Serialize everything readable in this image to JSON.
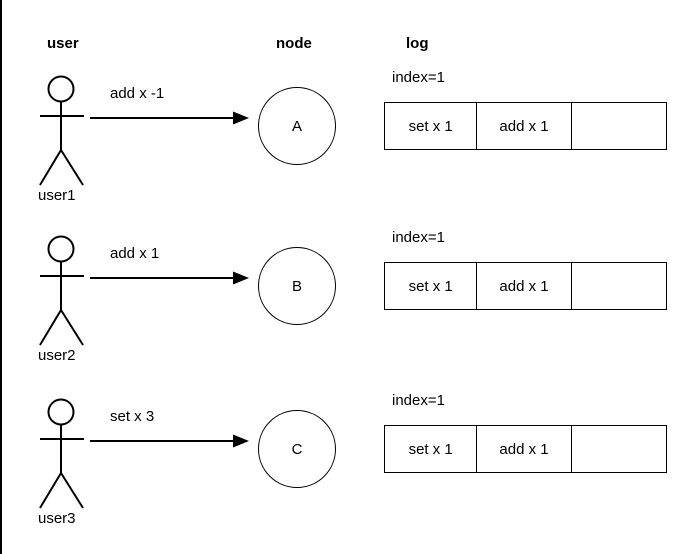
{
  "diagram": {
    "title_columns": {
      "user": "user",
      "node": "node",
      "log": "log"
    },
    "rows": [
      {
        "actor_label": "user1",
        "actor_icon": "stick-figure-icon",
        "arrow_label": "add x -1",
        "arrow_icon": "right-arrow-icon",
        "node_label": "A",
        "log": {
          "index_label": "index=1",
          "cells": [
            "set x 1",
            "add x 1",
            ""
          ]
        }
      },
      {
        "actor_label": "user2",
        "actor_icon": "stick-figure-icon",
        "arrow_label": "add x 1",
        "arrow_icon": "right-arrow-icon",
        "node_label": "B",
        "log": {
          "index_label": "index=1",
          "cells": [
            "set x 1",
            "add x 1",
            ""
          ]
        }
      },
      {
        "actor_label": "user3",
        "actor_icon": "stick-figure-icon",
        "arrow_label": "set x 3",
        "arrow_icon": "right-arrow-icon",
        "node_label": "C",
        "log": {
          "index_label": "index=1",
          "cells": [
            "set x 1",
            "add x 1",
            ""
          ]
        }
      }
    ],
    "colors": {
      "stroke": "#000000",
      "background": "#ffffff",
      "text": "#000000"
    }
  }
}
